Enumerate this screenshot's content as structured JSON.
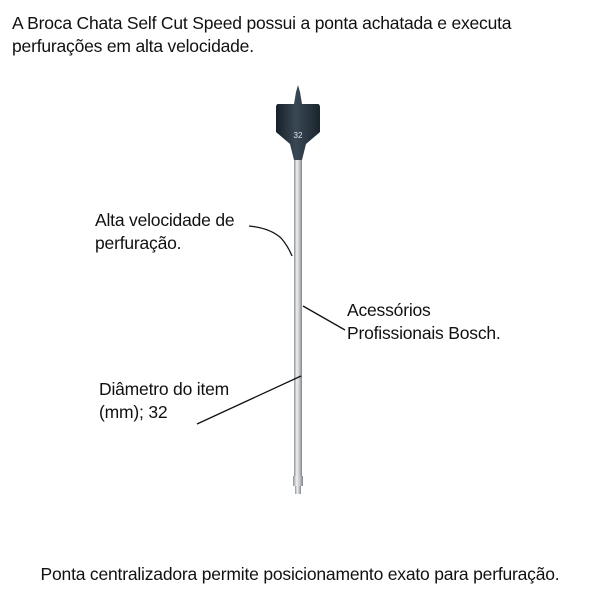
{
  "intro": {
    "text": "A Broca Chata Self Cut Speed possui a ponta achatada e executa\nperfurações em alta velocidade."
  },
  "product": {
    "bit_marking": "32",
    "colors": {
      "blade": "#1f2a33",
      "shaft": "#c9ccce",
      "shaft_highlight": "#eef0f1",
      "shaft_shadow": "#8d9296"
    }
  },
  "callouts": [
    {
      "id": "speed",
      "text": "Alta velocidade de\nperfuração."
    },
    {
      "id": "accessories",
      "text": "Acessórios\nProfissionais Bosch."
    },
    {
      "id": "diameter",
      "text": "Diâmetro do item\n(mm); 32"
    }
  ],
  "footer": {
    "text": "Ponta centralizadora permite posicionamento exato para perfuração."
  }
}
